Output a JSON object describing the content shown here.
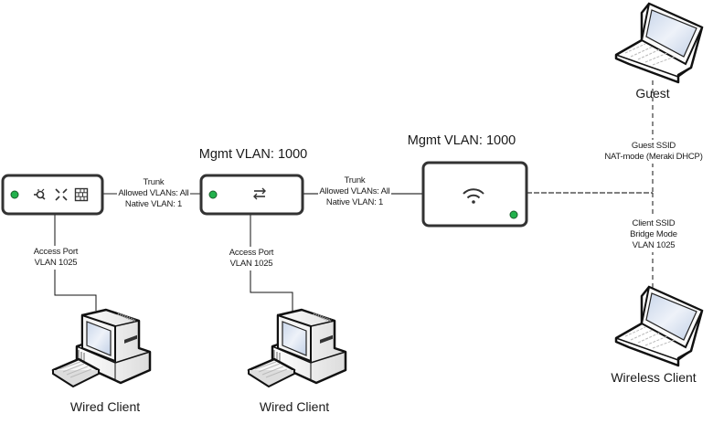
{
  "diagram": {
    "devices": {
      "security_appliance": {
        "type": "security-appliance",
        "status_color": "#22b14c",
        "icons": [
          "vpn-icon",
          "routing-icon",
          "firewall-icon"
        ]
      },
      "switch": {
        "type": "switch",
        "label": "Mgmt VLAN: 1000",
        "status_color": "#22b14c"
      },
      "access_point": {
        "type": "access-point",
        "label": "Mgmt VLAN: 1000",
        "status_color": "#22b14c"
      },
      "wired_client_1": {
        "label": "Wired Client"
      },
      "wired_client_2": {
        "label": "Wired Client"
      },
      "guest_laptop": {
        "label": "Guest"
      },
      "wireless_client": {
        "label": "Wireless Client"
      }
    },
    "links": {
      "trunk_1": {
        "lines": [
          "Trunk",
          "Allowed VLANs: All",
          "Native VLAN: 1"
        ]
      },
      "trunk_2": {
        "lines": [
          "Trunk",
          "Allowed VLANs: All",
          "Native VLAN: 1"
        ]
      },
      "access_1": {
        "lines": [
          "Access Port",
          "VLAN 1025"
        ]
      },
      "access_2": {
        "lines": [
          "Access Port",
          "VLAN 1025"
        ]
      },
      "guest_ssid": {
        "lines": [
          "Guest SSID",
          "NAT-mode (Meraki DHCP)"
        ]
      },
      "client_ssid": {
        "lines": [
          "Client SSID",
          "Bridge Mode",
          "VLAN 1025"
        ]
      }
    }
  }
}
